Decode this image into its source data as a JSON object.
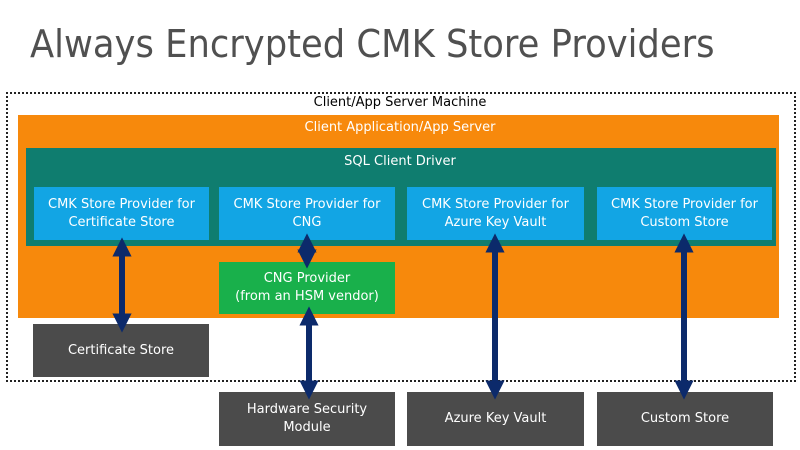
{
  "title": "Always Encrypted CMK Store Providers",
  "machine_label": "Client/App Server Machine",
  "app_label": "Client Application/App Server",
  "driver_label": "SQL Client Driver",
  "providers": [
    {
      "label": "CMK Store Provider for\nCertificate Store"
    },
    {
      "label": "CMK Store Provider for\nCNG"
    },
    {
      "label": "CMK Store Provider for\nAzure Key Vault"
    },
    {
      "label": "CMK Store Provider for\nCustom Store"
    }
  ],
  "cng_provider": {
    "label": "CNG Provider\n(from an HSM vendor)"
  },
  "stores": [
    {
      "label": "Certificate Store"
    },
    {
      "label": "Hardware Security\nModule"
    },
    {
      "label": "Azure Key Vault"
    },
    {
      "label": "Custom Store"
    }
  ],
  "colors": {
    "app": "#f7890c",
    "driver": "#0f7d6f",
    "provider": "#12a5e4",
    "cng": "#19b04b",
    "store": "#4b4b4b",
    "arrow": "#0c2a6b"
  }
}
